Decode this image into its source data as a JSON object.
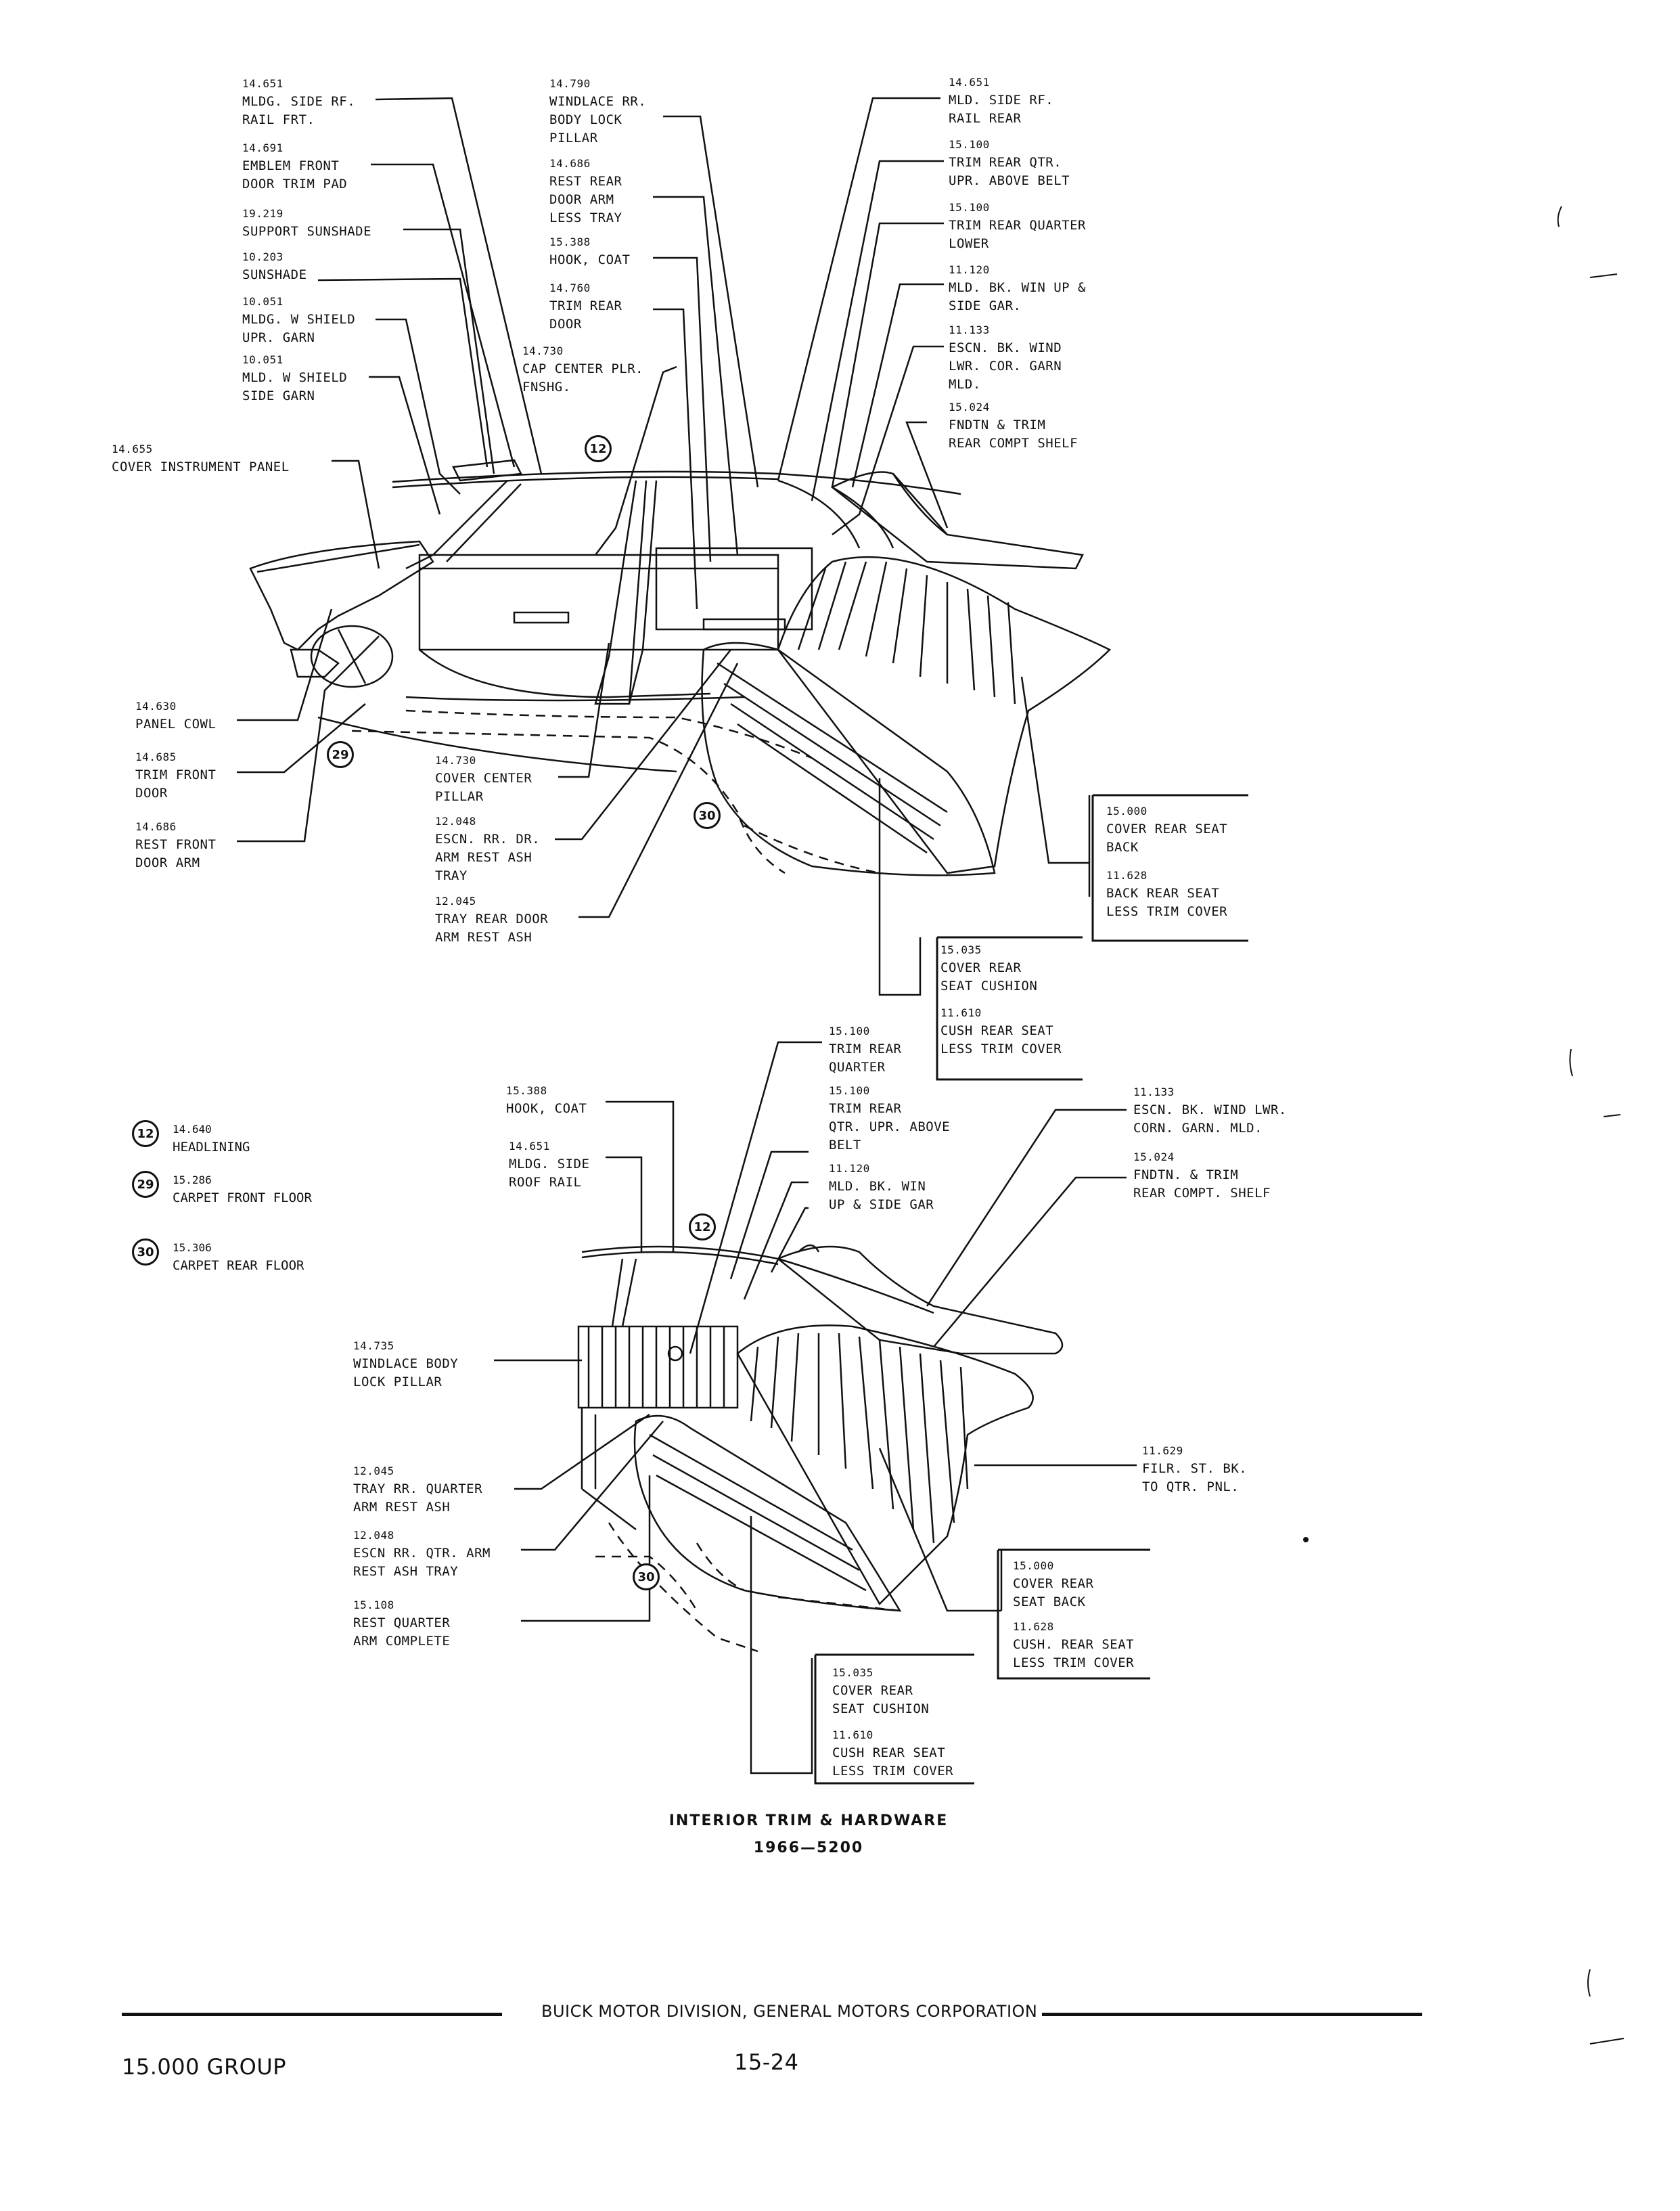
{
  "diagram_1_labels": [
    {
      "num": "14.651",
      "text": "MLDG. SIDE RF.\nRAIL FRT."
    },
    {
      "num": "14.691",
      "text": "EMBLEM FRONT\nDOOR TRIM PAD"
    },
    {
      "num": "19.219",
      "text": "SUPPORT SUNSHADE"
    },
    {
      "num": "10.203",
      "text": "SUNSHADE"
    },
    {
      "num": "10.051",
      "text": "MLDG. W SHIELD\nUPR. GARN"
    },
    {
      "num": "10.051",
      "text": "MLD. W SHIELD\nSIDE GARN"
    },
    {
      "num": "14.655",
      "text": "COVER INSTRUMENT PANEL"
    },
    {
      "num": "14.790",
      "text": "WINDLACE RR.\nBODY LOCK\nPILLAR"
    },
    {
      "num": "14.686",
      "text": "REST REAR\nDOOR ARM\nLESS TRAY"
    },
    {
      "num": "15.388",
      "text": "HOOK, COAT"
    },
    {
      "num": "14.760",
      "text": "TRIM REAR\nDOOR"
    },
    {
      "num": "14.730",
      "text": "CAP CENTER PLR.\nFNSHG."
    },
    {
      "num": "14.651",
      "text": "MLD. SIDE RF.\nRAIL REAR"
    },
    {
      "num": "15.100",
      "text": "TRIM REAR QTR.\nUPR. ABOVE BELT"
    },
    {
      "num": "15.100",
      "text": "TRIM REAR QUARTER\nLOWER"
    },
    {
      "num": "11.120",
      "text": "MLD. BK. WIN UP &\nSIDE GAR."
    },
    {
      "num": "11.133",
      "text": "ESCN. BK. WIND\nLWR. COR. GARN\nMLD."
    },
    {
      "num": "15.024",
      "text": "FNDTN & TRIM\nREAR COMPT SHELF"
    },
    {
      "num": "14.630",
      "text": "PANEL COWL"
    },
    {
      "num": "14.685",
      "text": "TRIM FRONT\nDOOR"
    },
    {
      "num": "14.686",
      "text": "REST FRONT\nDOOR ARM"
    },
    {
      "num": "14.730",
      "text": "COVER CENTER\nPILLAR"
    },
    {
      "num": "12.048",
      "text": "ESCN. RR. DR.\nARM REST ASH\nTRAY"
    },
    {
      "num": "12.045",
      "text": "TRAY REAR DOOR\nARM REST ASH"
    },
    {
      "num": "15.000",
      "text": "COVER REAR SEAT\nBACK"
    },
    {
      "num": "11.628",
      "text": "BACK REAR SEAT\nLESS TRIM COVER"
    },
    {
      "num": "15.035",
      "text": "COVER REAR\nSEAT CUSHION"
    },
    {
      "num": "11.610",
      "text": "CUSH REAR SEAT\nLESS TRIM COVER"
    }
  ],
  "diagram_2_labels": [
    {
      "num": "15.100",
      "text": "TRIM REAR\nQUARTER"
    },
    {
      "num": "15.388",
      "text": "HOOK, COAT"
    },
    {
      "num": "14.651",
      "text": "MLDG. SIDE\nROOF RAIL"
    },
    {
      "num": "15.100",
      "text": "TRIM REAR\nQTR. UPR. ABOVE\nBELT"
    },
    {
      "num": "11.120",
      "text": "MLD. BK. WIN\nUP & SIDE GAR"
    },
    {
      "num": "11.133",
      "text": "ESCN. BK. WIND LWR.\nCORN. GARN. MLD."
    },
    {
      "num": "15.024",
      "text": "FNDTN. & TRIM\nREAR COMPT. SHELF"
    },
    {
      "num": "14.735",
      "text": "WINDLACE BODY\nLOCK PILLAR"
    },
    {
      "num": "11.629",
      "text": "FILR. ST. BK.\nTO QTR. PNL."
    },
    {
      "num": "12.045",
      "text": "TRAY RR. QUARTER\nARM REST ASH"
    },
    {
      "num": "12.048",
      "text": "ESCN RR. QTR. ARM\nREST ASH TRAY"
    },
    {
      "num": "15.108",
      "text": "REST QUARTER\nARM COMPLETE"
    },
    {
      "num": "15.000",
      "text": "COVER REAR\nSEAT BACK"
    },
    {
      "num": "11.628",
      "text": "CUSH. REAR SEAT\nLESS TRIM COVER"
    },
    {
      "num": "15.035",
      "text": "COVER REAR\nSEAT CUSHION"
    },
    {
      "num": "11.610",
      "text": "CUSH REAR SEAT\nLESS TRIM COVER"
    }
  ],
  "callouts": [
    "12",
    "29",
    "30",
    "12",
    "30"
  ],
  "legend": [
    {
      "mark": "12",
      "num": "14.640",
      "text": "HEADLINING"
    },
    {
      "mark": "29",
      "num": "15.286",
      "text": "CARPET FRONT\nFLOOR"
    },
    {
      "mark": "30",
      "num": "15.306",
      "text": "CARPET REAR FLOOR"
    }
  ],
  "caption": {
    "title": "INTERIOR TRIM & HARDWARE",
    "subtitle": "1966—5200"
  },
  "footer": {
    "corporation": "BUICK MOTOR DIVISION, GENERAL MOTORS CORPORATION",
    "group": "15.000 GROUP",
    "page": "15-24"
  }
}
